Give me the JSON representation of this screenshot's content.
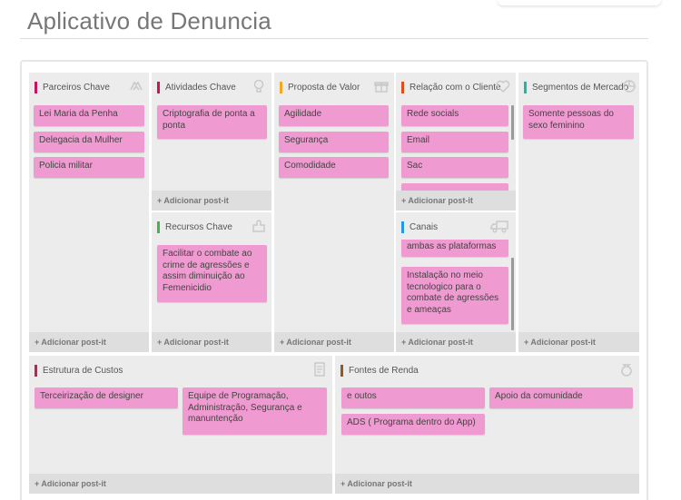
{
  "app": {
    "title": "Aplicativo de Denuncia"
  },
  "add_label": "+ Adicionar post-it",
  "blocks": {
    "parceiros": {
      "title": "Parceiros Chave",
      "color": "#c2185b",
      "icon": "handshake-icon",
      "notes": [
        "Lei Maria da Penha",
        "Delegacia da Mulher",
        "Policia militar"
      ]
    },
    "atividades": {
      "title": "Atividades Chave",
      "color": "#c2185b",
      "icon": "lightbulb-icon",
      "notes": [
        "Criptografia de ponta a ponta"
      ]
    },
    "recursos": {
      "title": "Recursos Chave",
      "color": "#4caf50",
      "icon": "puzzle-icon",
      "notes": [
        "Facilitar o combate ao crime de agressões e assim diminuição ao Femenicidio"
      ]
    },
    "proposta": {
      "title": "Proposta de Valor",
      "color": "#f5a623",
      "icon": "gift-icon",
      "notes": [
        "Agilidade",
        "Segurança",
        "Comodidade"
      ]
    },
    "relacao": {
      "title": "Relação com o Cliente",
      "color": "#e64a19",
      "icon": "heart-icon",
      "notes": [
        "Rede socials",
        "Email",
        "Sac"
      ]
    },
    "canais": {
      "title": "Canais",
      "color": "#2196f3",
      "icon": "truck-icon",
      "notes": [
        "ambas as plataformas",
        "Instalação no meio tecnologico para o combate de agressões e ameaças"
      ]
    },
    "segmentos": {
      "title": "Segmentos de Mercado",
      "color": "#1abc9c",
      "icon": "pie-chart-icon",
      "notes": [
        "Somente pessoas do sexo feminino"
      ]
    },
    "custos": {
      "title": "Estrutura de Custos",
      "color": "#8e3a59",
      "icon": "document-icon",
      "notes": [
        "Terceirização de designer",
        "Equipe de Programação, Administração, Segurança e manuntenção"
      ]
    },
    "receita": {
      "title": "Fontes de Renda",
      "color": "#8d5a2b",
      "icon": "money-bag-icon",
      "notes": [
        "e outos",
        "Apoio da comunidade",
        "ADS ( Programa dentro do App)"
      ]
    }
  }
}
